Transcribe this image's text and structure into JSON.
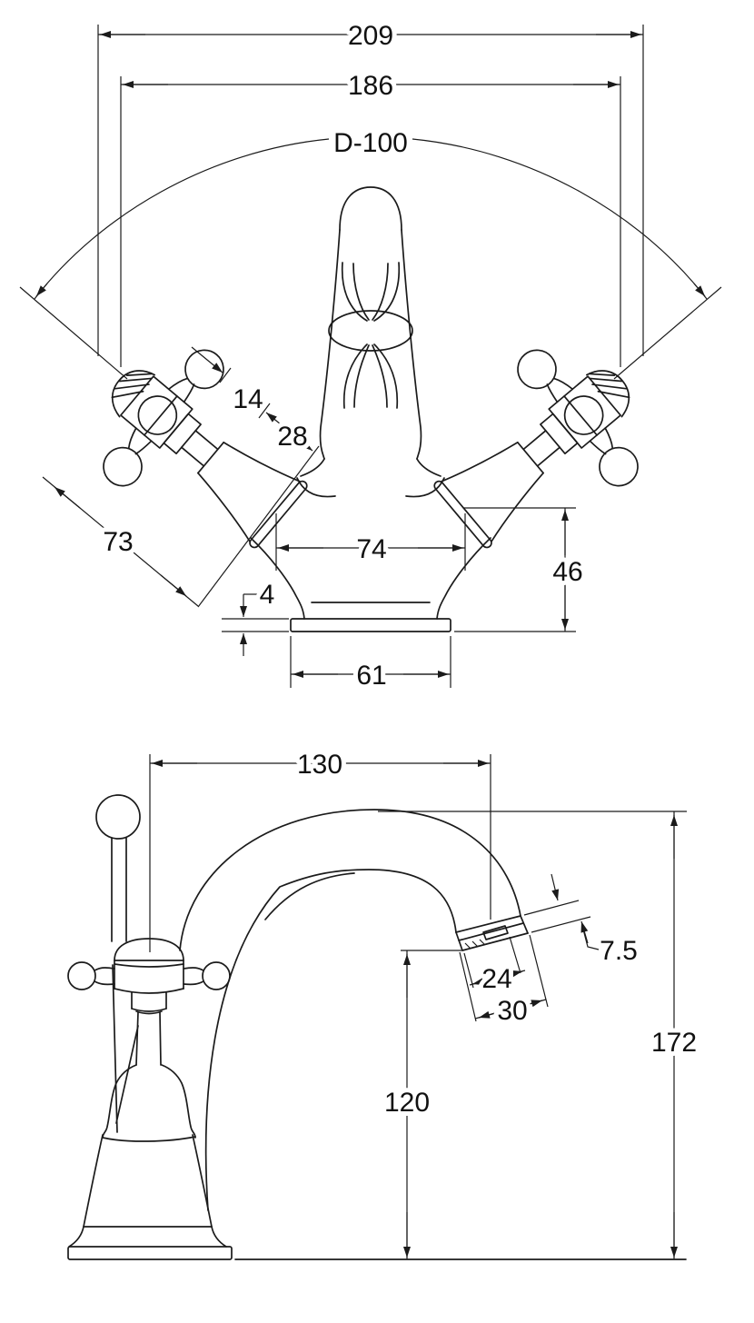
{
  "colors": {
    "line": "#1b1b1b",
    "background": "#ffffff"
  },
  "front_view": {
    "dims": {
      "overall_width": "209",
      "handle_span": "186",
      "clearance_diameter": "D-100",
      "handle_cap": "14",
      "handle_upper": "28",
      "handle_length": "73",
      "body_width": "74",
      "deck_to_handle_height": "46",
      "base_plate_thickness": "4",
      "base_width": "61"
    }
  },
  "side_view": {
    "dims": {
      "spout_reach": "130",
      "spout_tip_depth": "7.5",
      "aerator_width": "24",
      "spout_tip_width": "30",
      "overall_height": "172",
      "spout_outlet_height": "120"
    }
  }
}
